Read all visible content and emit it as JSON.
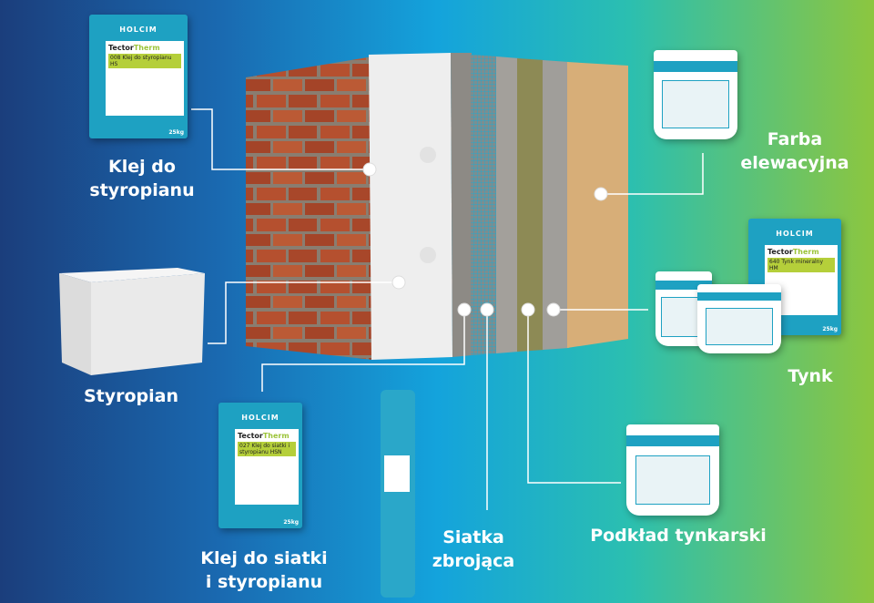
{
  "labels": {
    "klej_styropian": [
      "Klej do",
      "styropianu"
    ],
    "styropian": "Styropian",
    "klej_siatka": [
      "Klej do siatki",
      "i styropianu"
    ],
    "siatka": [
      "Siatka",
      "zbrojąca"
    ],
    "podklad": "Podkład tynkarski",
    "tynk": "Tynk",
    "farba": [
      "Farba",
      "elewacyjna"
    ]
  },
  "products": {
    "brand": "HOLCIM",
    "line_a": "Tector",
    "line_b": "Therm",
    "bag1": {
      "code": "008",
      "name": "Klej do styropianu HS",
      "weight": "25kg"
    },
    "bag2": {
      "code": "027",
      "name": "Klej do siatki i styropianu HSN",
      "weight": "25kg"
    },
    "bag3": {
      "code": "640",
      "name": "Tynk mineralny HM",
      "weight": "25kg"
    }
  },
  "colors": {
    "brick": "#b5502f",
    "eps": "#ececec",
    "adhesive": "#8d8a85",
    "mesh": "#2aa7c9",
    "primer": "#8d8a55",
    "plaster": "#a09e9a",
    "paint": "#d7ae78",
    "brand": "#1ea1c2",
    "accent": "#b5cf3a"
  }
}
